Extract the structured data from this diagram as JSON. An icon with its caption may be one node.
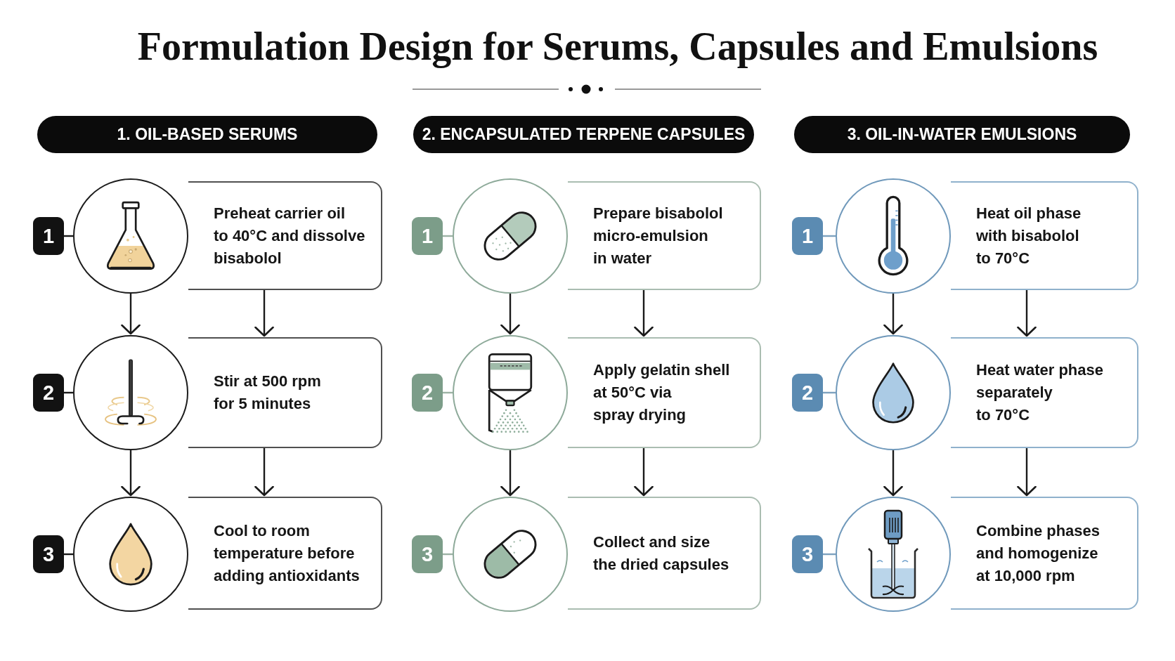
{
  "diagram": {
    "title": "Formulation Design for Serums, Capsules and Emulsions",
    "nodes": [
      {
        "text": [
          "1. OIL-BASED SERUMS"
        ]
      },
      {
        "text": [
          "1"
        ]
      },
      {
        "text": [],
        "shape": "circle"
      },
      {
        "text": [
          "Preheat carrier oil to 40°C and dissolve bisabolol"
        ]
      },
      {
        "text": [
          "2"
        ]
      },
      {
        "text": [],
        "shape": "circle"
      },
      {
        "text": [
          "Stir at 500 rpm for 5 minutes"
        ]
      },
      {
        "text": [
          "3"
        ]
      },
      {
        "text": [],
        "shape": "circle"
      },
      {
        "text": [
          "Cool to room temperature before adding antioxidants"
        ]
      },
      {
        "text": [
          "2. ENCAPSULATED TERPENE CAPSULES"
        ]
      },
      {
        "text": [
          "1"
        ]
      },
      {
        "text": [],
        "shape": "circle"
      },
      {
        "text": [
          "Prepare bisabolol micro-emulsion in water"
        ]
      },
      {
        "text": [
          "2"
        ]
      },
      {
        "text": [],
        "shape": "circle"
      },
      {
        "text": [
          "Apply gelatin shell at 50°C via spray drying"
        ]
      },
      {
        "text": [
          "3"
        ]
      },
      {
        "text": [],
        "shape": "circle"
      },
      {
        "text": [
          "Collect and size the dried capsules"
        ]
      },
      {
        "text": [
          "3. OIL-IN-WATER EMULSIONS"
        ]
      },
      {
        "text": [
          "1"
        ]
      },
      {
        "text": [],
        "shape": "circle"
      },
      {
        "text": [
          "Heat oil phase with bisabolol to 70°C"
        ]
      },
      {
        "text": [
          "2"
        ]
      },
      {
        "text": [],
        "shape": "circle"
      },
      {
        "text": [
          "Heat water phase separately to 70°C"
        ]
      },
      {
        "text": [
          "3"
        ]
      },
      {
        "text": [],
        "shape": "circle"
      },
      {
        "text": [
          "Combine phases and homogenize at 10,000 rpm"
        ]
      }
    ],
    "edges": [
      {
        "from": 1,
        "to": 2,
        "arrow": "none"
      },
      {
        "from": 2,
        "to": 5,
        "arrow": "to"
      },
      {
        "from": 3,
        "to": 6,
        "arrow": "to"
      },
      {
        "from": 4,
        "to": 5,
        "arrow": "none"
      },
      {
        "from": 5,
        "to": 8,
        "arrow": "to"
      },
      {
        "from": 6,
        "to": 9,
        "arrow": "to"
      },
      {
        "from": 7,
        "to": 8,
        "arrow": "none"
      },
      {
        "from": 11,
        "to": 12,
        "arrow": "none",
        "color": "#9db3a5"
      },
      {
        "from": 12,
        "to": 15,
        "arrow": "to"
      },
      {
        "from": 13,
        "to": 16,
        "arrow": "to"
      },
      {
        "from": 14,
        "to": 15,
        "arrow": "none",
        "color": "#9db3a5"
      },
      {
        "from": 15,
        "to": 18,
        "arrow": "to"
      },
      {
        "from": 16,
        "to": 19,
        "arrow": "to"
      },
      {
        "from": 17,
        "to": 18,
        "arrow": "none",
        "color": "#9db3a5"
      },
      {
        "from": 21,
        "to": 22,
        "arrow": "none",
        "color": "#7ea2bf"
      },
      {
        "from": 22,
        "to": 25,
        "arrow": "to"
      },
      {
        "from": 23,
        "to": 26,
        "arrow": "to"
      },
      {
        "from": 24,
        "to": 25,
        "arrow": "none",
        "color": "#7ea2bf"
      },
      {
        "from": 25,
        "to": 28,
        "arrow": "to"
      },
      {
        "from": 26,
        "to": 29,
        "arrow": "to"
      },
      {
        "from": 27,
        "to": 28,
        "arrow": "none",
        "color": "#7ea2bf"
      }
    ]
  }
}
